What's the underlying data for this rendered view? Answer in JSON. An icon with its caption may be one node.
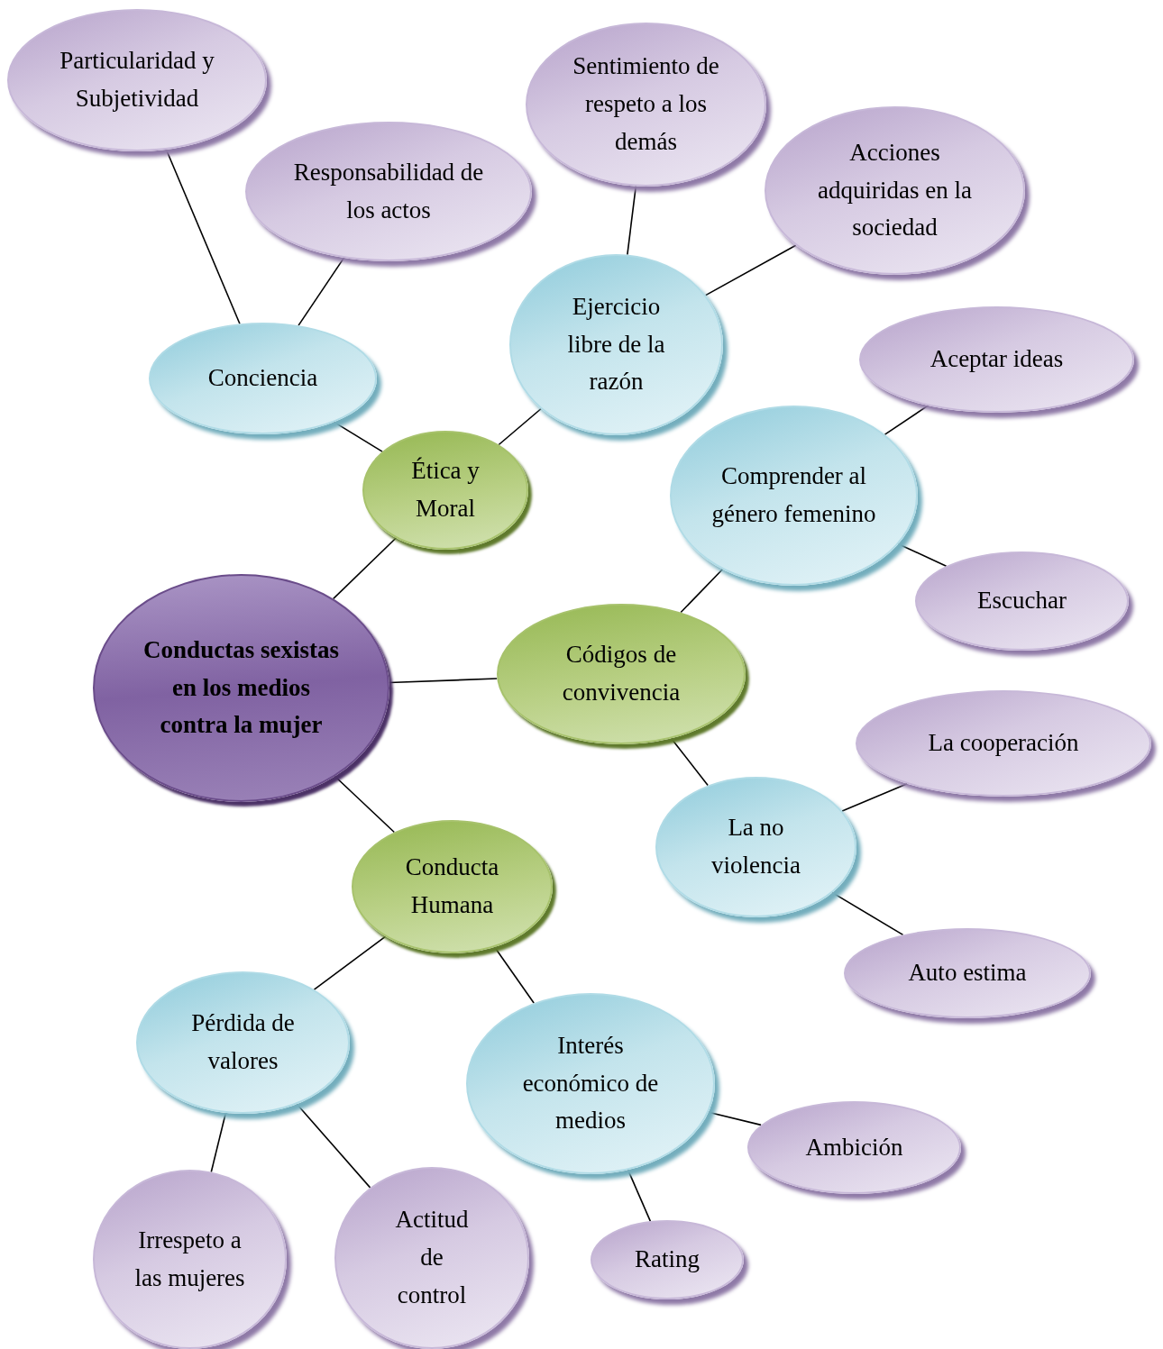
{
  "diagram": {
    "nodes": [
      {
        "text": [
          "Particularidad y Subjetividad"
        ]
      },
      {
        "text": [
          "Responsabilidad de los actos"
        ]
      },
      {
        "text": [
          "Sentimiento de respeto a los demás"
        ]
      },
      {
        "text": [
          "Acciones adquiridas en la sociedad"
        ]
      },
      {
        "text": [
          "Conciencia"
        ]
      },
      {
        "text": [
          "Ejercicio libre de la razón"
        ]
      },
      {
        "text": [
          "Aceptar ideas"
        ]
      },
      {
        "text": [
          "Ética y Moral"
        ]
      },
      {
        "text": [
          "Comprender al género femenino"
        ]
      },
      {
        "text": [
          "Escuchar"
        ]
      },
      {
        "text": [
          "Conductas sexistas en los medios contra la mujer"
        ]
      },
      {
        "text": [
          "Códigos de convivencia"
        ]
      },
      {
        "text": [
          "La cooperación"
        ]
      },
      {
        "text": [
          "La no violencia"
        ]
      },
      {
        "text": [
          "Conducta Humana"
        ]
      },
      {
        "text": [
          "Auto estima"
        ]
      },
      {
        "text": [
          "Pérdida de valores"
        ]
      },
      {
        "text": [
          "Interés económico de medios"
        ]
      },
      {
        "text": [
          "Ambición"
        ]
      },
      {
        "text": [
          "Irrespeto a las mujeres"
        ]
      },
      {
        "text": [
          "Actitud de control"
        ]
      },
      {
        "text": [
          "Rating"
        ]
      }
    ],
    "edges": [
      {
        "from": 10,
        "to": 7,
        "arrow": "none"
      },
      {
        "from": 7,
        "to": 4,
        "arrow": "none"
      },
      {
        "from": 7,
        "to": 5,
        "arrow": "none"
      },
      {
        "from": 4,
        "to": 0,
        "arrow": "none"
      },
      {
        "from": 4,
        "to": 1,
        "arrow": "none"
      },
      {
        "from": 5,
        "to": 2,
        "arrow": "none"
      },
      {
        "from": 5,
        "to": 3,
        "arrow": "none"
      },
      {
        "from": 10,
        "to": 11,
        "arrow": "none"
      },
      {
        "from": 11,
        "to": 8,
        "arrow": "none"
      },
      {
        "from": 8,
        "to": 6,
        "arrow": "none"
      },
      {
        "from": 8,
        "to": 9,
        "arrow": "none"
      },
      {
        "from": 11,
        "to": 13,
        "arrow": "none"
      },
      {
        "from": 13,
        "to": 12,
        "arrow": "none"
      },
      {
        "from": 13,
        "to": 15,
        "arrow": "none"
      },
      {
        "from": 10,
        "to": 14,
        "arrow": "none"
      },
      {
        "from": 14,
        "to": 16,
        "arrow": "none"
      },
      {
        "from": 14,
        "to": 17,
        "arrow": "none"
      },
      {
        "from": 16,
        "to": 19,
        "arrow": "none"
      },
      {
        "from": 16,
        "to": 20,
        "arrow": "none"
      },
      {
        "from": 17,
        "to": 18,
        "arrow": "none"
      },
      {
        "from": 17,
        "to": 21,
        "arrow": "none"
      }
    ]
  }
}
